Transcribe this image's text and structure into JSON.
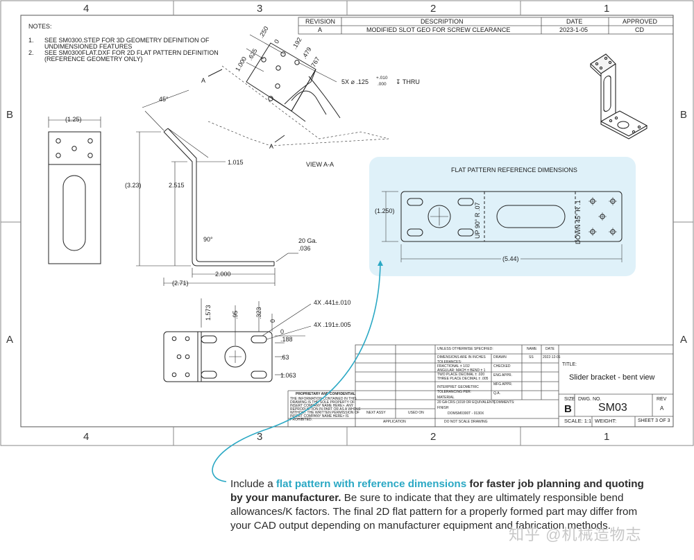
{
  "zones": {
    "columns": [
      "4",
      "3",
      "2",
      "1"
    ],
    "rows": [
      "B",
      "A"
    ]
  },
  "notes": {
    "heading": "NOTES:",
    "items": [
      {
        "num": "1.",
        "line1": "SEE SM0300.STEP FOR 3D GEOMETRY DEFINITION OF",
        "line2": "UNDIMENSIONED FEATURES"
      },
      {
        "num": "2.",
        "line1": "SEE SM0300FLAT.DXF FOR 2D FLAT PATTERN DEFINITION",
        "line2": "(REFERENCE GEOMETRY ONLY)"
      }
    ]
  },
  "revision_table": {
    "headers": [
      "REVISION",
      "DESCRIPTION",
      "DATE",
      "APPROVED"
    ],
    "row": [
      "A",
      "MODIFIED SLOT GEO FOR SCREW CLEARANCE",
      "2023-1-05",
      "CD"
    ]
  },
  "dimensions": {
    "hole_callout": "5X ⌀ .125 +.010/-.000 ↧ THRU",
    "hole_tol_plus": "+.010",
    "hole_tol_minus": ".000",
    "hole_callout_prefix": "5X ⌀ .125",
    "hole_callout_suffix": "↧ THRU",
    "top_view_dims": [
      ".250",
      "0",
      ".192",
      ".625",
      ".479",
      "1.000",
      ".767"
    ],
    "view_label": "VIEW A-A",
    "section_marker": "A",
    "front_width": "(1.25)",
    "angle_top": "45°",
    "overall_height": "(3.23)",
    "inner_height": "2.515",
    "upper_leg": "1.015",
    "angle_bottom": "90°",
    "gauge": "20 Ga.",
    "thickness": ".036",
    "base_length": "2.000",
    "overall_length": "(2.71)",
    "bottom_dims_v": [
      "1.573",
      ".95",
      ".323",
      "0"
    ],
    "slot_width": "4X .441±.010",
    "slot_height": "4X .191±.005",
    "bottom_dims_h": [
      ".188",
      "0",
      ".63",
      "1.063"
    ]
  },
  "flat_pattern": {
    "title": "FLAT PATTERN REFERENCE DIMENSIONS",
    "height": "(1.250)",
    "length": "(5.44)",
    "bend_up": "UP 90° R .07",
    "bend_down": "DOWN 45° R .1"
  },
  "title_block": {
    "unless": "UNLESS OTHERWISE SPECIFIED:",
    "name_header": "NAME",
    "date_header": "DATE",
    "dims_inches": "DIMENSIONS ARE IN INCHES",
    "tolerances": "TOLERANCES:",
    "fractional": "FRACTIONAL ± 1/32",
    "angular": "ANGULAR: MACH ±   BEND ± 1",
    "two_place": "TWO PLACE DECIMAL  ± .020",
    "three_place": "THREE PLACE DECIMAL  ± .005",
    "interp": "INTERPRET GEOMETRIC",
    "tolerancing": "TOLERANCING PER:",
    "material_label": "MATERIAL",
    "material": "20 GA CRS (1018 OR EQUIVALENT)",
    "finish": "FINISH",
    "part_ref": "DOMSM0300T - 0130X",
    "drawn": "DRAWN",
    "drawn_name": "SS",
    "drawn_date": "2022-12-01",
    "checked": "CHECKED",
    "eng_appr": "ENG APPR.",
    "mfg_appr": "MFG APPR.",
    "qa": "Q.A.",
    "comments": "COMMENTS:",
    "title_label": "TITLE:",
    "title": "Slider bracket - bent view",
    "size_label": "SIZE",
    "size": "B",
    "dwg_label": "DWG.  NO.",
    "dwg_no": "SM03",
    "rev_label": "REV",
    "rev": "A",
    "scale": "SCALE: 1:1",
    "weight": "WEIGHT:",
    "sheet": "SHEET 3 OF 3",
    "next_assy": "NEXT ASSY",
    "used_on": "USED ON",
    "application": "APPLICATION",
    "do_not_scale": "DO NOT SCALE DRAWING",
    "proprietary_title": "PROPRIETARY AND CONFIDENTIAL",
    "proprietary_lines": [
      "THE INFORMATION CONTAINED IN THIS",
      "DRAWING IS THE SOLE PROPERTY OF",
      "INSERT COMPANY NAME HERE>. ANY",
      "REPRODUCTION IN PART OR AS A WHOLE",
      "WITHOUT THE WRITTEN PERMISSION OF",
      "INSERT COMPANY NAME HERE> IS",
      "PROHIBITED."
    ]
  },
  "caption": {
    "intro": "Include a ",
    "highlight": "flat pattern with reference dimensions",
    "bold_rest": " for faster job planning and quoting by your manufacturer.",
    "rest": " Be sure to indicate that they are ultimately responsible bend allowances/K factors. The final 2D flat pattern for a properly formed part may differ from your CAD output depending on manufacturer equipment and fabrication methods."
  },
  "watermark": "知乎 @机械造物志",
  "colors": {
    "accent": "#2aa8c4",
    "highlight_bg": "#dff1f9",
    "line": "#333333"
  }
}
